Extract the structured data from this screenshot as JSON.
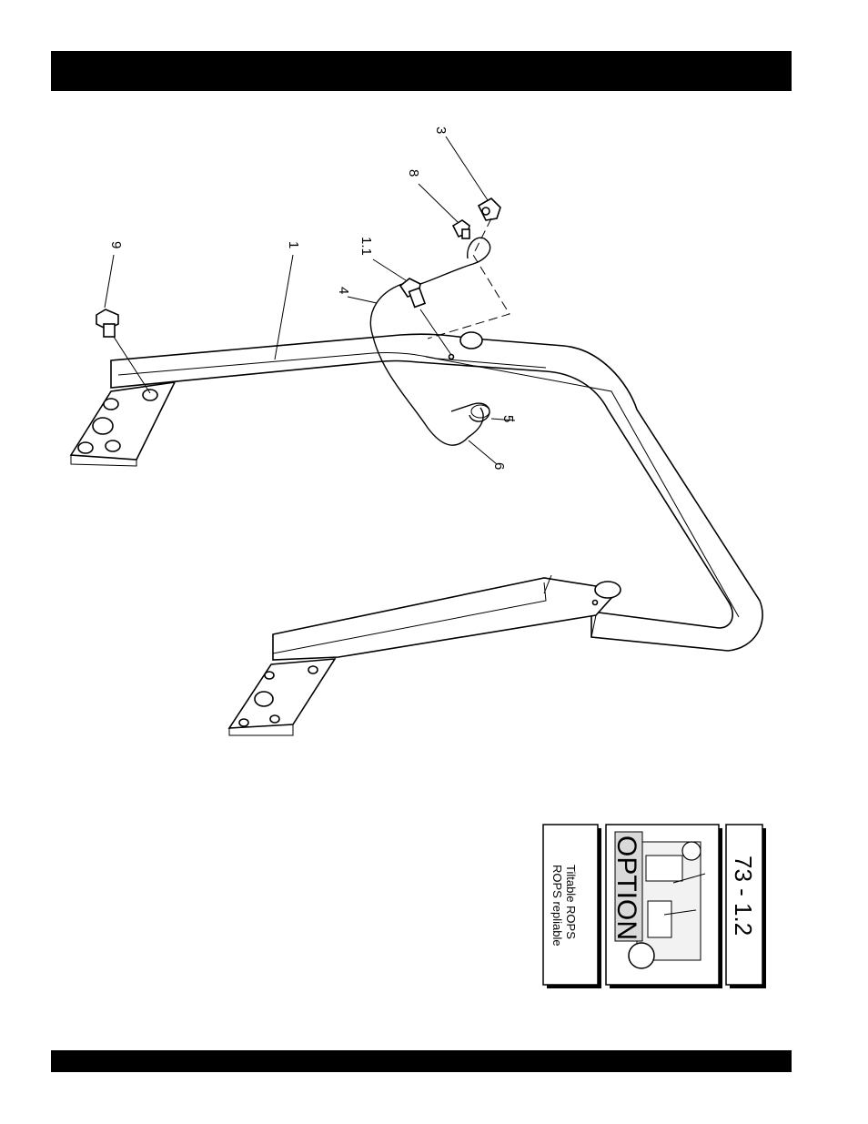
{
  "callouts": {
    "c3": "3",
    "c8": "8",
    "c9": "9",
    "c1": "1",
    "c11": "1.1",
    "c4": "4",
    "c5": "5",
    "c6": "6"
  },
  "badges": {
    "code": "73 - 1.2",
    "option": "OPTION",
    "title_line1": "Tiltable ROPS",
    "title_line2": "ROPS repliable"
  },
  "icons": {
    "machine": "machine-illustration-icon"
  }
}
